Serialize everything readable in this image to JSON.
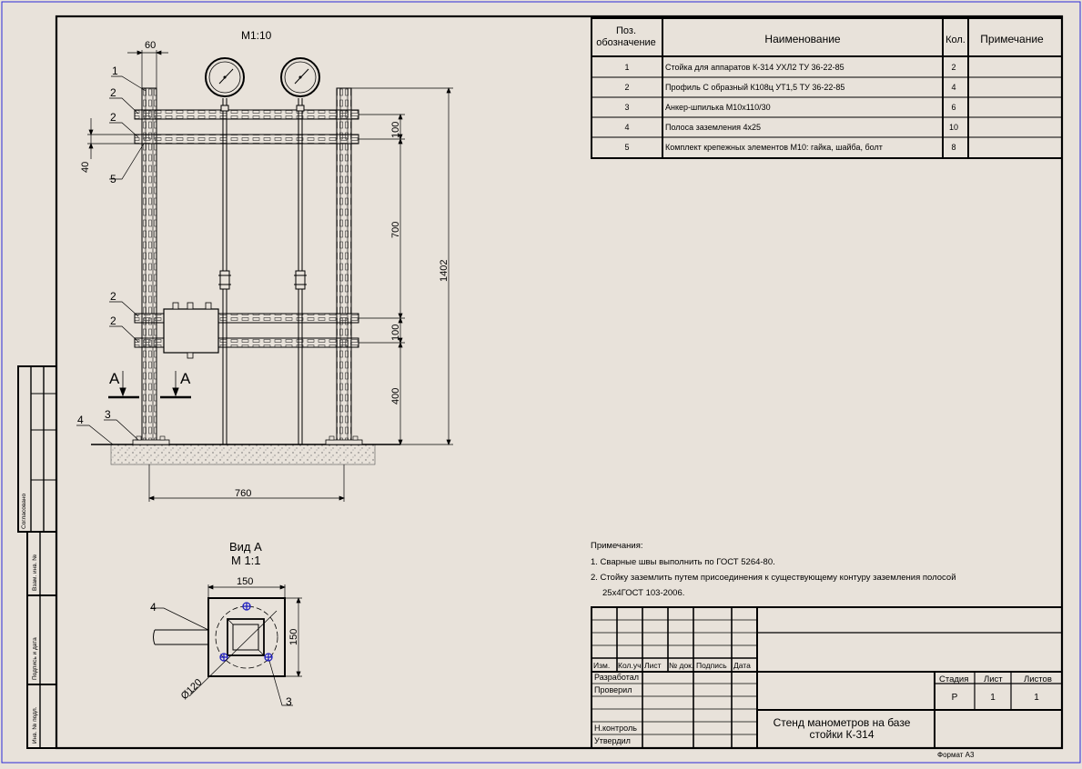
{
  "drawing": {
    "scale_main": "М1:10",
    "view_title": "Вид А",
    "view_scale": "М 1:1",
    "section_letter": "А",
    "format": "Формат А3"
  },
  "dimensions": {
    "d60": "60",
    "d40": "40",
    "d100_top": "100",
    "d700": "700",
    "d1402": "1402",
    "d100_bottom": "100",
    "d400": "400",
    "d760": "760",
    "d150_h": "150",
    "d150_v": "150",
    "d120": "Ø120"
  },
  "callouts": {
    "c1": "1",
    "c2a": "2",
    "c2b": "2",
    "c5": "5",
    "c2c": "2",
    "c2d": "2",
    "c3": "3",
    "c4": "4",
    "c4v": "4",
    "c3v": "3"
  },
  "spec": {
    "headers": {
      "pos": "Поз.\nобозначение",
      "pos_l1": "Поз.",
      "pos_l2": "обозначение",
      "name": "Наименование",
      "qty": "Кол.",
      "note": "Примечание"
    },
    "rows": [
      {
        "pos": "1",
        "name": "Стойка для аппаратов К-314 УХЛ2 ТУ 36-22-85",
        "qty": "2",
        "note": ""
      },
      {
        "pos": "2",
        "name": "Профиль С образный К108ц УТ1,5 ТУ 36-22-85",
        "qty": "4",
        "note": ""
      },
      {
        "pos": "3",
        "name": "Анкер-шпилька М10х110/30",
        "qty": "6",
        "note": ""
      },
      {
        "pos": "4",
        "name": "Полоса заземления 4х25",
        "qty": "10",
        "note": ""
      },
      {
        "pos": "5",
        "name": "Комплект крепежных элементов М10: гайка, шайба, болт",
        "qty": "8",
        "note": ""
      }
    ]
  },
  "notes": {
    "title": "Примечания:",
    "n1": "1. Сварные швы выполнить по ГОСТ 5264-80.",
    "n2a": "2. Стойку заземлить путем присоединения к существующему контуру заземления полосой",
    "n2b": "25х4ГОСТ 103-2006."
  },
  "title_block": {
    "cols": [
      "Изм.",
      "Кол.уч",
      "Лист",
      "№ док.",
      "Подпись",
      "Дата"
    ],
    "roles": [
      "Разработал",
      "Проверил",
      "",
      "Н.контроль",
      "Утвердил"
    ],
    "stage_label": "Стадия",
    "sheet_label": "Лист",
    "sheets_label": "Листов",
    "stage": "Р",
    "sheet": "1",
    "sheets": "1",
    "title_l1": "Стенд манометров на базе",
    "title_l2": "стойки К-314"
  },
  "side_stamps": {
    "agreed": "Согласовано",
    "replace_inv": "Взам. инв. №",
    "sign_date": "Подпись и дата",
    "inv_orig": "Инв. № подл."
  }
}
